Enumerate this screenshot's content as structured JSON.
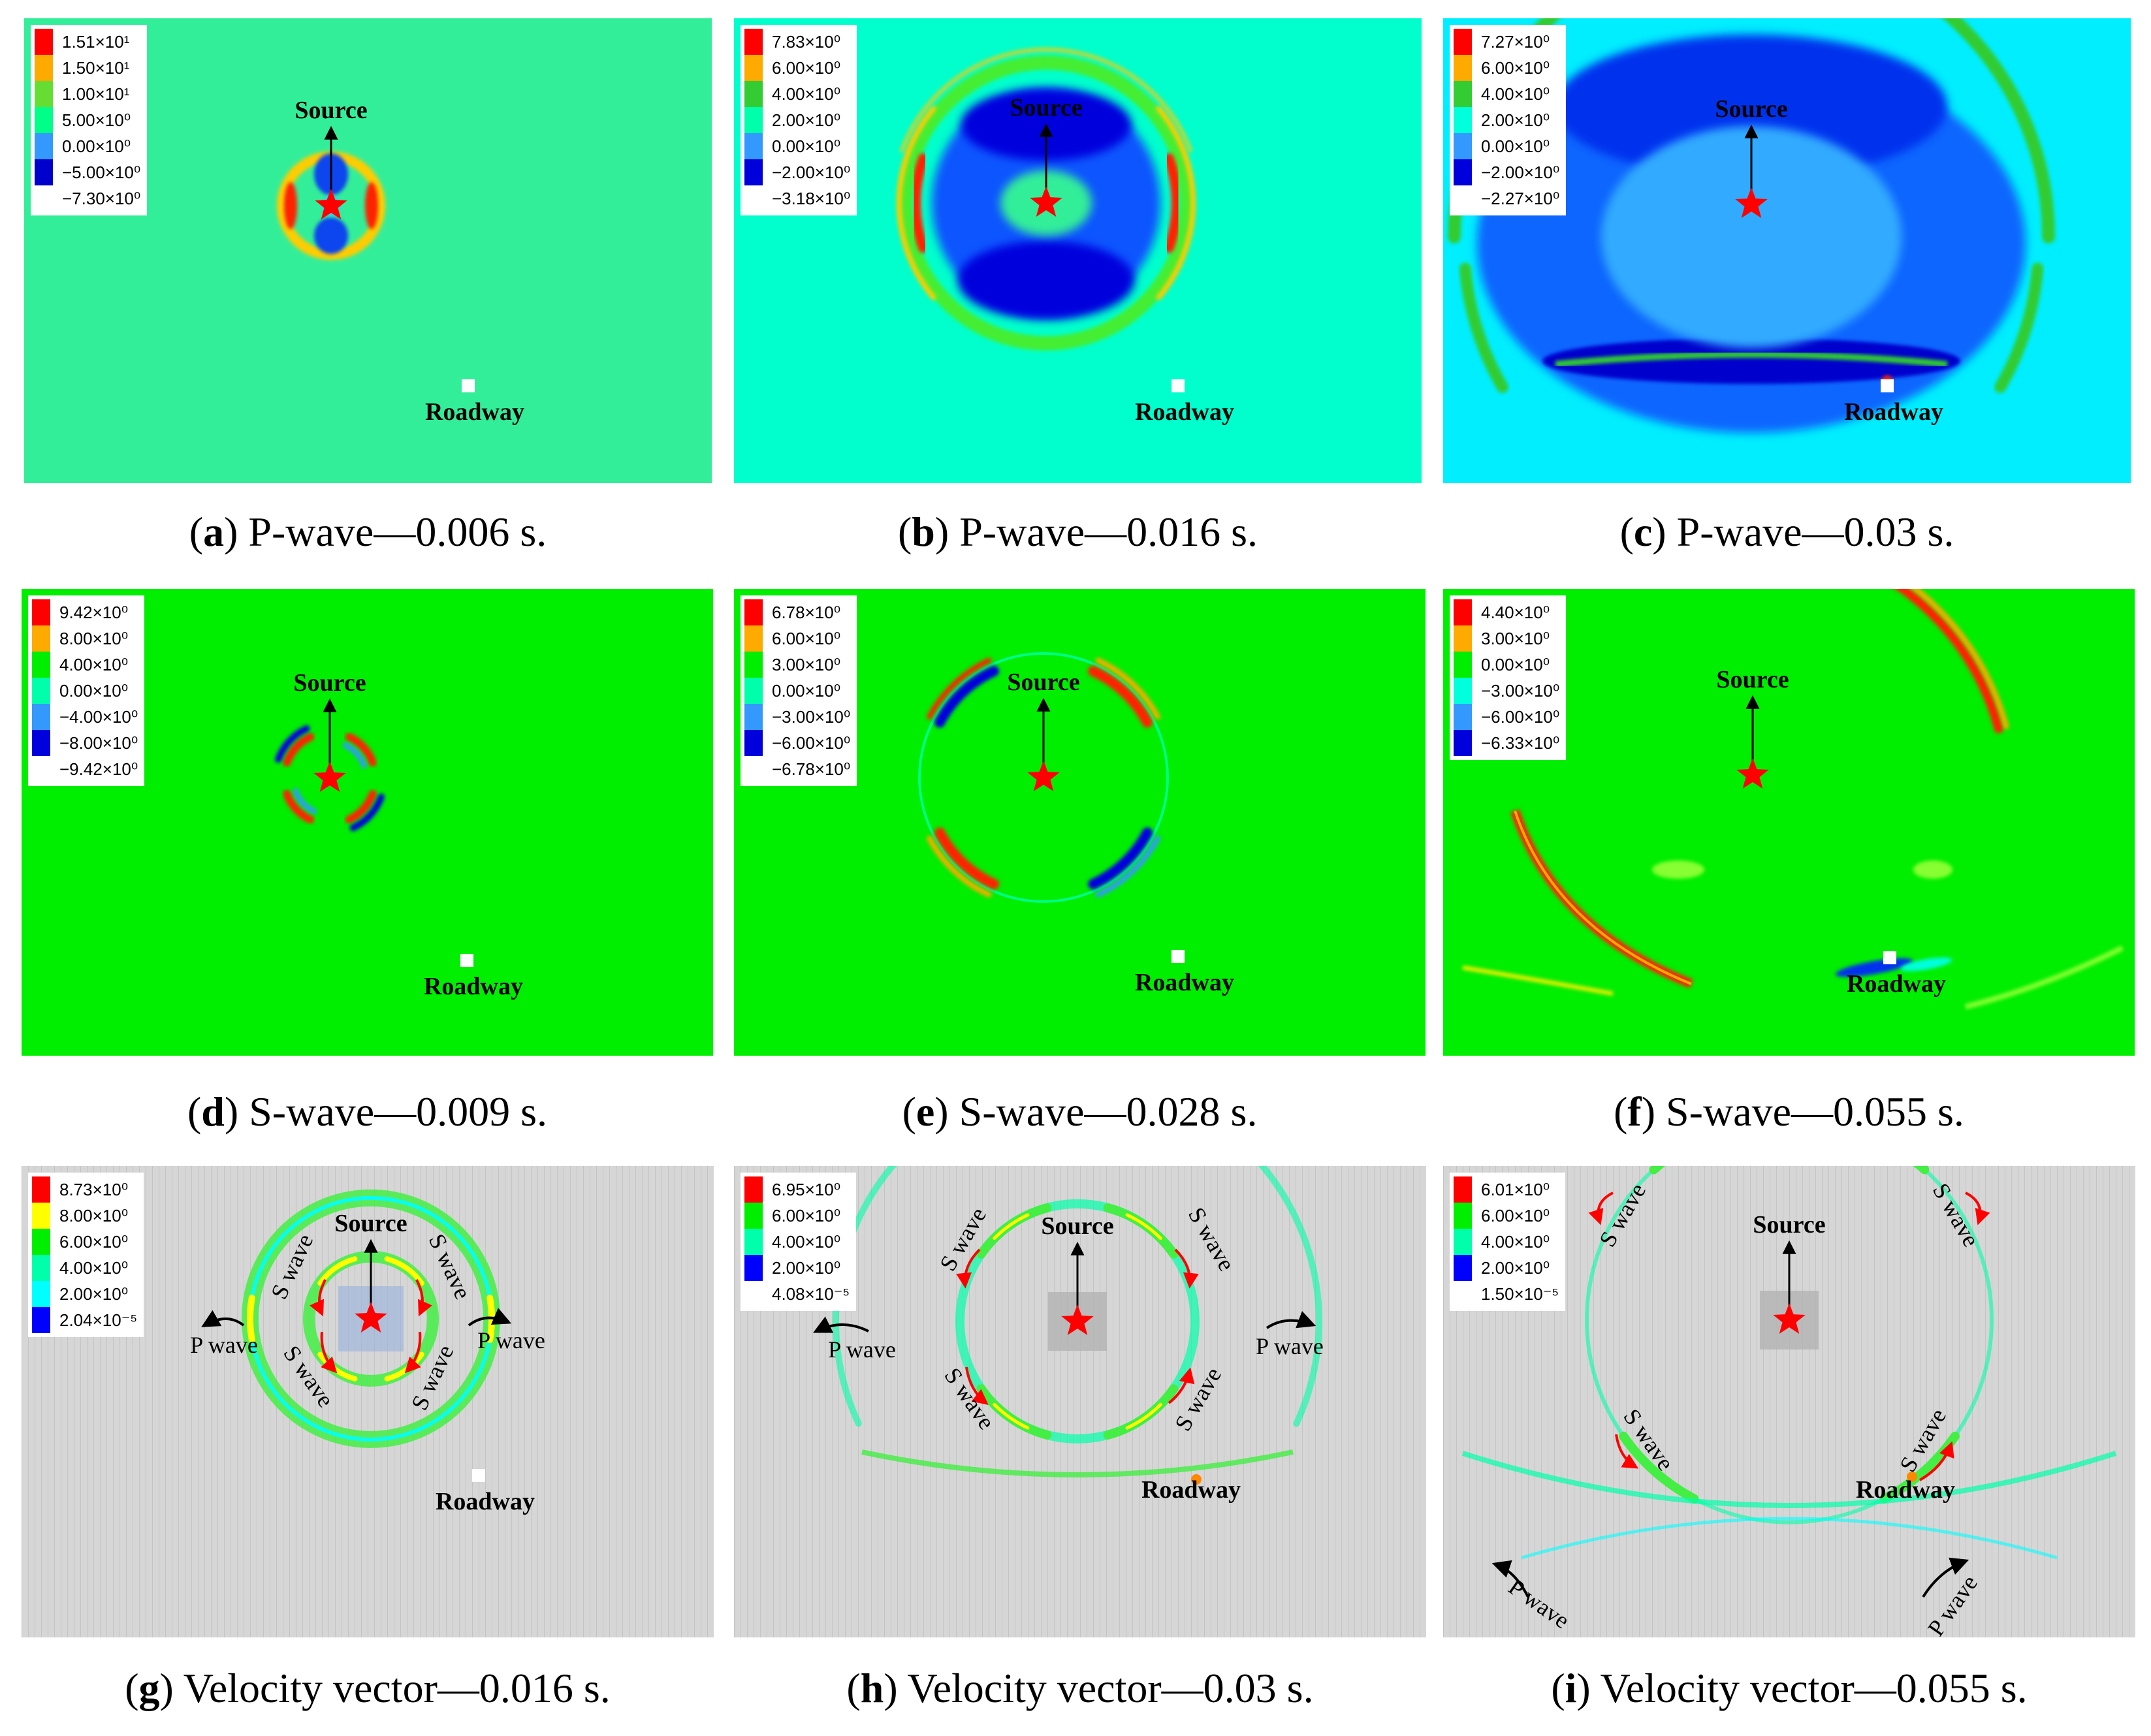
{
  "labels": {
    "source": "Source",
    "roadway": "Roadway",
    "p_wave": "P wave",
    "s_wave": "S wave"
  },
  "panels": [
    {
      "id": "a",
      "kind": "p",
      "caption_letter": "a",
      "caption_text": "P-wave—0.006 s.",
      "legend": {
        "colors": [
          "#ff0000",
          "#ffaa00",
          "#66dd33",
          "#00ff88",
          "#3399ff",
          "#0000cc"
        ],
        "labels": [
          "1.51×10¹",
          "1.50×10¹",
          "1.00×10¹",
          "5.00×10⁰",
          "0.00×10⁰",
          "−5.00×10⁰",
          "−7.30×10⁰"
        ]
      }
    },
    {
      "id": "b",
      "kind": "p",
      "caption_letter": "b",
      "caption_text": "P-wave—0.016 s.",
      "legend": {
        "colors": [
          "#ff0000",
          "#ffaa00",
          "#33cc33",
          "#00ffaa",
          "#3399ff",
          "#0000dd"
        ],
        "labels": [
          "7.83×10⁰",
          "6.00×10⁰",
          "4.00×10⁰",
          "2.00×10⁰",
          "0.00×10⁰",
          "−2.00×10⁰",
          "−3.18×10⁰"
        ]
      }
    },
    {
      "id": "c",
      "kind": "p",
      "caption_letter": "c",
      "caption_text": "P-wave—0.03 s.",
      "legend": {
        "colors": [
          "#ff0000",
          "#ffaa00",
          "#33cc33",
          "#00ffdd",
          "#3399ff",
          "#0000dd"
        ],
        "labels": [
          "7.27×10⁰",
          "6.00×10⁰",
          "4.00×10⁰",
          "2.00×10⁰",
          "0.00×10⁰",
          "−2.00×10⁰",
          "−2.27×10⁰"
        ]
      }
    },
    {
      "id": "d",
      "kind": "s",
      "caption_letter": "d",
      "caption_text": "S-wave—0.009 s.",
      "legend": {
        "colors": [
          "#ff0000",
          "#ffaa00",
          "#00ee00",
          "#00ffaa",
          "#3399ff",
          "#0000dd"
        ],
        "labels": [
          "9.42×10⁰",
          "8.00×10⁰",
          "4.00×10⁰",
          "0.00×10⁰",
          "−4.00×10⁰",
          "−8.00×10⁰",
          "−9.42×10⁰"
        ]
      }
    },
    {
      "id": "e",
      "kind": "s",
      "caption_letter": "e",
      "caption_text": "S-wave—0.028 s.",
      "legend": {
        "colors": [
          "#ff0000",
          "#ffaa00",
          "#00ee00",
          "#00ffaa",
          "#3399ff",
          "#0000dd"
        ],
        "labels": [
          "6.78×10⁰",
          "6.00×10⁰",
          "3.00×10⁰",
          "0.00×10⁰",
          "−3.00×10⁰",
          "−6.00×10⁰",
          "−6.78×10⁰"
        ]
      }
    },
    {
      "id": "f",
      "kind": "s",
      "caption_letter": "f",
      "caption_text": "S-wave—0.055 s.",
      "legend": {
        "colors": [
          "#ff0000",
          "#ffaa00",
          "#00ee00",
          "#00ffdd",
          "#3399ff",
          "#0000dd"
        ],
        "labels": [
          "4.40×10⁰",
          "3.00×10⁰",
          "0.00×10⁰",
          "−3.00×10⁰",
          "−6.00×10⁰",
          "−6.33×10⁰"
        ]
      }
    },
    {
      "id": "g",
      "kind": "v",
      "caption_letter": "g",
      "caption_text": "Velocity vector—0.016 s.",
      "legend": {
        "colors": [
          "#ff0000",
          "#ffff00",
          "#00ee00",
          "#00ffaa",
          "#00ffff",
          "#0000ff"
        ],
        "labels": [
          "8.73×10⁰",
          "8.00×10⁰",
          "6.00×10⁰",
          "4.00×10⁰",
          "2.00×10⁰",
          "2.04×10⁻⁵"
        ]
      }
    },
    {
      "id": "h",
      "kind": "v",
      "caption_letter": "h",
      "caption_text": "Velocity vector—0.03 s.",
      "legend": {
        "colors": [
          "#ff0000",
          "#00ee00",
          "#00ffaa",
          "#0000ff"
        ],
        "labels": [
          "6.95×10⁰",
          "6.00×10⁰",
          "4.00×10⁰",
          "2.00×10⁰",
          "4.08×10⁻⁵"
        ]
      }
    },
    {
      "id": "i",
      "kind": "v",
      "caption_letter": "i",
      "caption_text": "Velocity vector—0.055 s.",
      "legend": {
        "colors": [
          "#ff0000",
          "#00ee00",
          "#00ffaa",
          "#0000ff"
        ],
        "labels": [
          "6.01×10⁰",
          "6.00×10⁰",
          "4.00×10⁰",
          "2.00×10⁰",
          "1.50×10⁻⁵"
        ]
      }
    }
  ]
}
